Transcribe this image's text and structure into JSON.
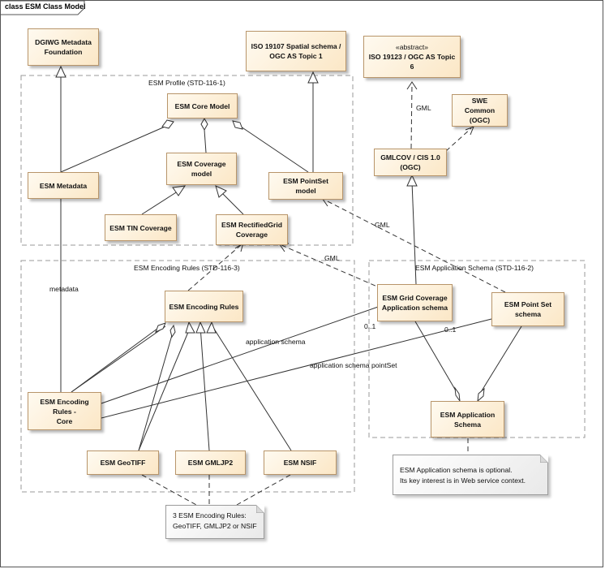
{
  "diagram_title": "class ESM Class Model",
  "classes": {
    "dgiwg": {
      "line1": "DGIWG Metadata",
      "line2": "Foundation"
    },
    "iso19107": {
      "line1": "ISO 19107 Spatial schema /",
      "line2": "OGC AS Topic 1"
    },
    "iso19123": {
      "stereotype": "«abstract»",
      "line1": "ISO 19123 / OGC AS Topic 6"
    },
    "core_model": {
      "line1": "ESM Core Model"
    },
    "coverage_model": {
      "line1": "ESM Coverage",
      "line2": "model"
    },
    "metadata": {
      "line1": "ESM Metadata"
    },
    "pointset_model": {
      "line1": "ESM PointSet model"
    },
    "tin_coverage": {
      "line1": "ESM TIN Coverage"
    },
    "rectified_grid": {
      "line1": "ESM RectifiedGrid",
      "line2": "Coverage"
    },
    "swe_common": {
      "line1": "SWE Common",
      "line2": "(OGC)"
    },
    "gmlcov": {
      "line1": "GMLCOV / CIS 1.0",
      "line2": "(OGC)"
    },
    "encoding_rules": {
      "line1": "ESM Encoding Rules"
    },
    "grid_coverage_app": {
      "line1": "ESM Grid Coverage",
      "line2": "Application schema"
    },
    "point_set_schema": {
      "line1": "ESM Point Set",
      "line2": "schema"
    },
    "encoding_rules_core": {
      "line1": "ESM Encoding Rules -",
      "line2": "Core"
    },
    "app_schema": {
      "line1": "ESM Application",
      "line2": "Schema"
    },
    "geotiff": {
      "line1": "ESM GeoTIFF"
    },
    "gmljp2": {
      "line1": "ESM GMLJP2"
    },
    "nsif": {
      "line1": "ESM NSIF"
    }
  },
  "packages": {
    "profile": "ESM Profile (STD-116-1)",
    "encoding": "ESM Encoding Rules (STD-116-3)",
    "application": "ESM Application Schema (STD-116-2)"
  },
  "connector_labels": {
    "gml_top": "GML",
    "gml_pointset": "GML",
    "gml_rectified": "GML",
    "metadata": "metadata",
    "application_schema": "application schema",
    "application_schema_pointset": "application schema pointSet",
    "mult_grid": "0..1",
    "mult_point": "0..1"
  },
  "notes": {
    "app_schema_note": {
      "line1": "ESM Application schema is optional.",
      "line2": "Its key interest is in Web service context."
    },
    "encoding_note": {
      "line1": "3 ESM Encoding Rules:",
      "line2": "GeoTIFF, GMLJP2 or NSIF"
    }
  },
  "colors": {
    "class_fill_top": "#fffaf0",
    "class_fill_bottom": "#fbe7c6",
    "class_border": "#b8956a",
    "note_fill": "#ececec",
    "line": "#333333"
  }
}
